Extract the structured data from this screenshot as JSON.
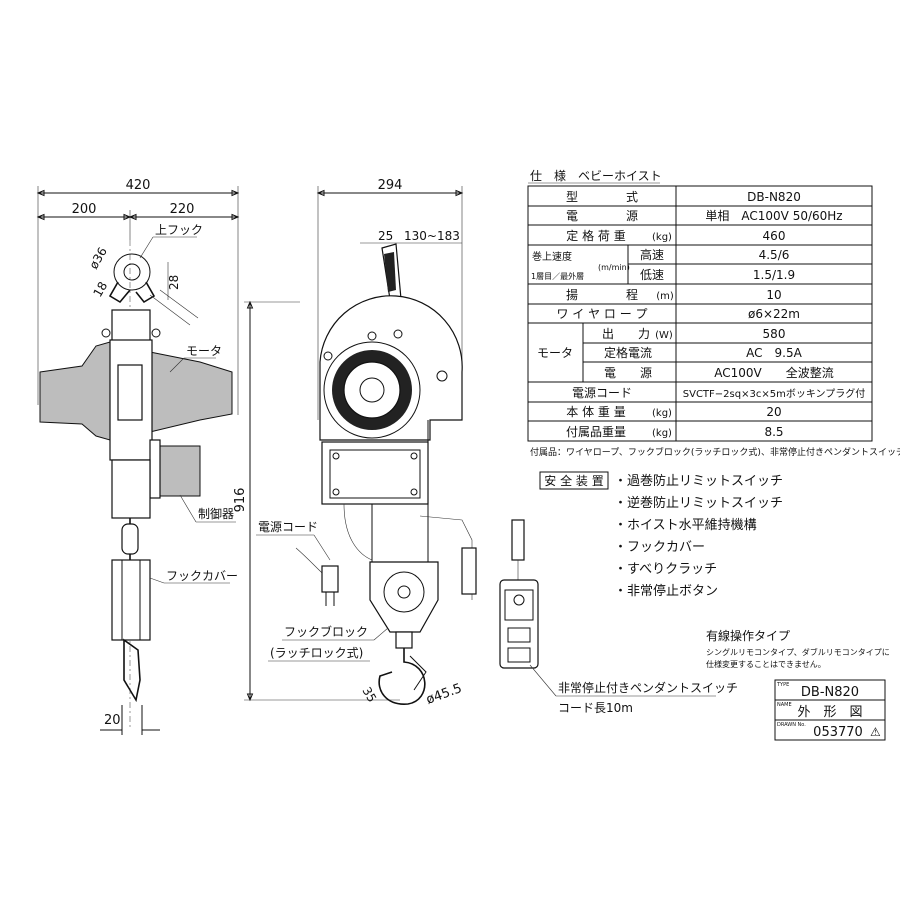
{
  "dimensions": {
    "width_total": "420",
    "width_left": "200",
    "width_right": "220",
    "side_width": "294",
    "top_hook_diameter": "ø36",
    "hook_dim_18": "18",
    "hook_dim_28": "28",
    "rope_dim_25": "25",
    "rope_range": "130~183",
    "height": "916",
    "bottom_gap": "20",
    "hook_diameter": "ø45.5",
    "hook_width": "35"
  },
  "callouts": {
    "top_hook": "上フック",
    "motor": "モータ",
    "controller": "制御器",
    "hook_cover": "フックカバー",
    "power_cord": "電源コード",
    "hook_block": "フックブロック",
    "latch_lock": "(ラッチロック式)",
    "pendant_switch": "非常停止付きペンダントスイッチ",
    "cord_length": "コード長10m"
  },
  "spec": {
    "heading": "仕　様　ベビーホイスト",
    "rows": [
      {
        "label": "型　　　　式",
        "unit": "",
        "value": "DB-N820"
      },
      {
        "label": "電　　　　源",
        "unit": "",
        "value": "単相　AC100V 50/60Hz"
      },
      {
        "label": "定 格 荷 重",
        "unit": "(kg)",
        "value": "460"
      },
      {
        "label": "高速",
        "unit": "",
        "value": "4.5/6"
      },
      {
        "label": "低速",
        "unit": "",
        "value": "1.5/1.9"
      },
      {
        "label": "揚　　　　程",
        "unit": "(m)",
        "value": "10"
      },
      {
        "label": "ワ イ ヤ ロ ー プ",
        "unit": "",
        "value": "ø6×22m"
      },
      {
        "label": "出　　力",
        "unit": "(W)",
        "value": "580"
      },
      {
        "label": "定格電流",
        "unit": "",
        "value": "AC　9.5A"
      },
      {
        "label": "電　　源",
        "unit": "",
        "value": "AC100V　　全波整流"
      },
      {
        "label": "電源コード",
        "unit": "",
        "value": "SVCTF−2sq×3c×5mボッキンプラグ付"
      },
      {
        "label": "本 体 重 量",
        "unit": "(kg)",
        "value": "20"
      },
      {
        "label": "付属品重量",
        "unit": "(kg)",
        "value": "8.5"
      }
    ],
    "speed_group_line1": "巻上速度",
    "speed_group_line2": "1層目／最外層",
    "speed_unit": "(m/min)",
    "motor_group": "モータ",
    "accessories": "付属品：ワイヤロープ、フックブロック(ラッチロック式)、非常停止付きペンダントスイッチ"
  },
  "safety": {
    "heading": "安 全 装 置",
    "items": [
      "・過巻防止リミットスイッチ",
      "・逆巻防止リミットスイッチ",
      "・ホイスト水平維持機構",
      "・フックカバー",
      "・すべりクラッチ",
      "・非常停止ボタン"
    ]
  },
  "note": {
    "title": "有線操作タイプ",
    "line1": "シングルリモコンタイプ、ダブルリモコンタイプに",
    "line2": "仕様変更することはできません。"
  },
  "title_block": {
    "type_label": "TYPE",
    "type_value": "DB-N820",
    "name_label": "NAME",
    "name_value": "外　形　図",
    "drawn_label": "DRAWN No.",
    "drawn_value": "053770",
    "revision_mark": "⚠"
  },
  "colors": {
    "line": "#111111",
    "motor_fill": "#bdbdbd",
    "dark_fill": "#222222"
  }
}
